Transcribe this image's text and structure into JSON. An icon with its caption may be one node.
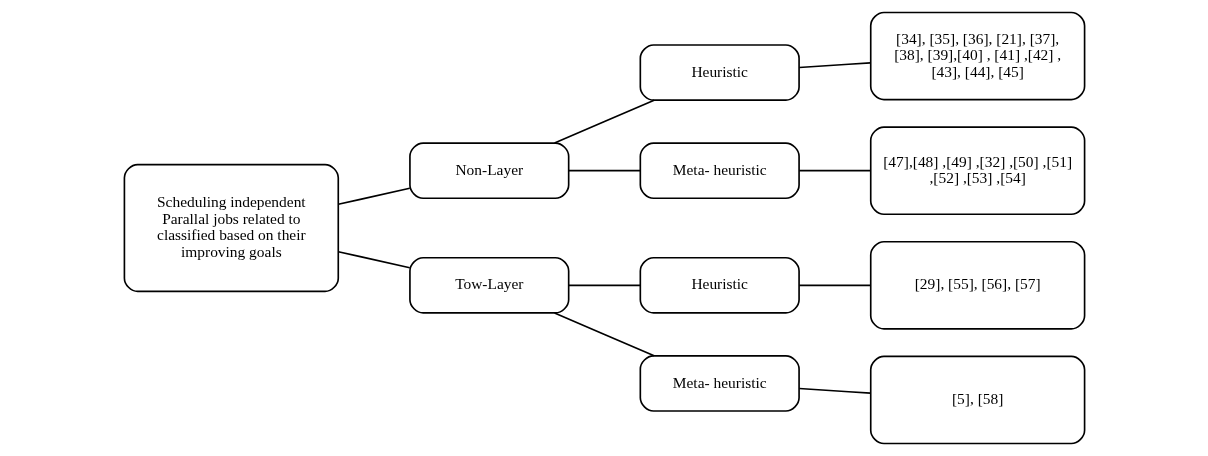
{
  "diagram": {
    "nodes": [
      {
        "text": [
          "Scheduling independent Parallal jobs related to classified based on their improving goals"
        ]
      },
      {
        "text": [
          "Non-Layer"
        ]
      },
      {
        "text": [
          "Heuristic"
        ]
      },
      {
        "text": [
          "Meta- heuristic"
        ]
      },
      {
        "text": [
          "[34], [35], [36], [21], [37], [38], [39],[40] , [41] ,[42] , [43], [44], [45]"
        ]
      },
      {
        "text": [
          "[47],[48] ,[49] ,[32] ,[50] ,[51] ,[52] ,[53] ,[54]"
        ]
      },
      {
        "text": [
          "Tow-Layer"
        ]
      },
      {
        "text": [
          "Heuristic"
        ]
      },
      {
        "text": [
          "Meta- heuristic"
        ]
      },
      {
        "text": [
          "[29], [55], [56], [57]"
        ]
      },
      {
        "text": [
          "[5], [58]"
        ]
      }
    ],
    "edges": [
      {
        "from": 0,
        "to": 1,
        "arrow": "none"
      },
      {
        "from": 0,
        "to": 6,
        "arrow": "none"
      },
      {
        "from": 1,
        "to": 2,
        "arrow": "none"
      },
      {
        "from": 1,
        "to": 3,
        "arrow": "none"
      },
      {
        "from": 2,
        "to": 4,
        "arrow": "none"
      },
      {
        "from": 3,
        "to": 5,
        "arrow": "none"
      },
      {
        "from": 6,
        "to": 7,
        "arrow": "none"
      },
      {
        "from": 6,
        "to": 8,
        "arrow": "none"
      },
      {
        "from": 7,
        "to": 9,
        "arrow": "none"
      },
      {
        "from": 8,
        "to": 10,
        "arrow": "none"
      }
    ]
  }
}
